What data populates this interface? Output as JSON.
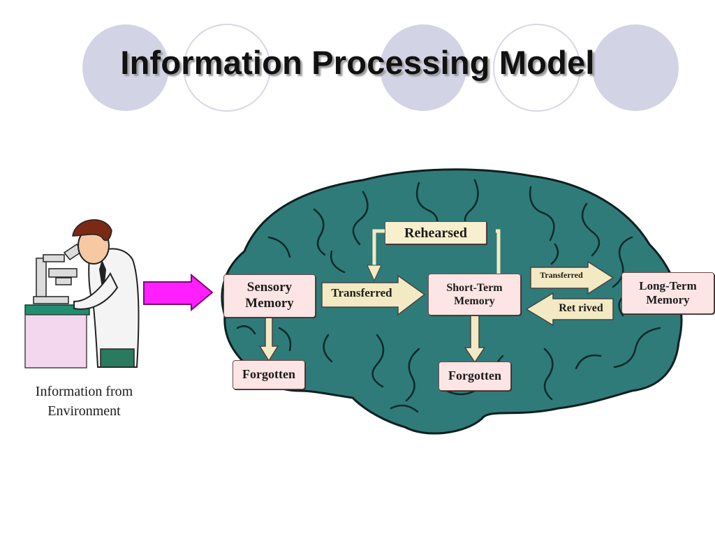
{
  "title": "Information Processing Model",
  "environment": {
    "caption_line1": "Information from",
    "caption_line2": "Environment"
  },
  "nodes": {
    "sensory_memory": {
      "line1": "Sensory",
      "line2": "Memory"
    },
    "short_term_memory": {
      "line1": "Short-Term",
      "line2": "Memory"
    },
    "long_term_memory": {
      "line1": "Long-Term",
      "line2": "Memory"
    },
    "forgotten_sensory": "Forgotten",
    "forgotten_short_term": "Forgotten",
    "rehearsed": "Rehearsed"
  },
  "edges": {
    "sensory_to_short_term": "Transferred",
    "short_term_to_long_term": "Transferred",
    "long_term_to_short_term": "Ret rived"
  },
  "colors": {
    "brain": "#2f7b79",
    "brain_outline": "#0d1f1f",
    "box_fill": "#fde5e5",
    "flow_arrow": "#f3e9c3",
    "input_arrow": "#ff1fff",
    "decor_circle": "#d3d3e6"
  }
}
